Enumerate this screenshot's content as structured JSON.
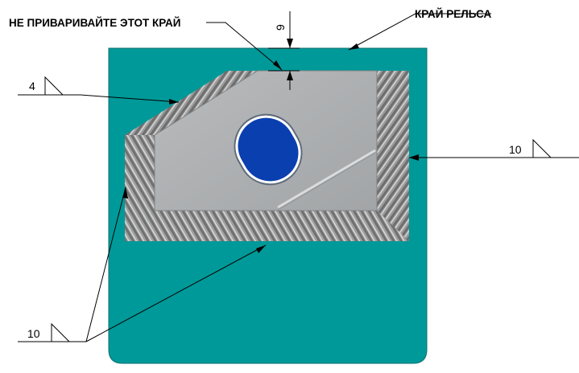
{
  "callouts": {
    "do_not_weld": "НЕ ПРИВАРИВАЙТЕ ЭТОТ КРАЙ",
    "rail_edge": "КРАЙ РЕЛЬСА"
  },
  "dimension": {
    "value": "9"
  },
  "weld_symbols": {
    "top_left": "4",
    "right": "10",
    "bottom_left": "10"
  },
  "colors": {
    "rail": "#009999",
    "plate": "#a9abad",
    "slot": "#0a3fb0",
    "weld": "#9a9a9a"
  }
}
